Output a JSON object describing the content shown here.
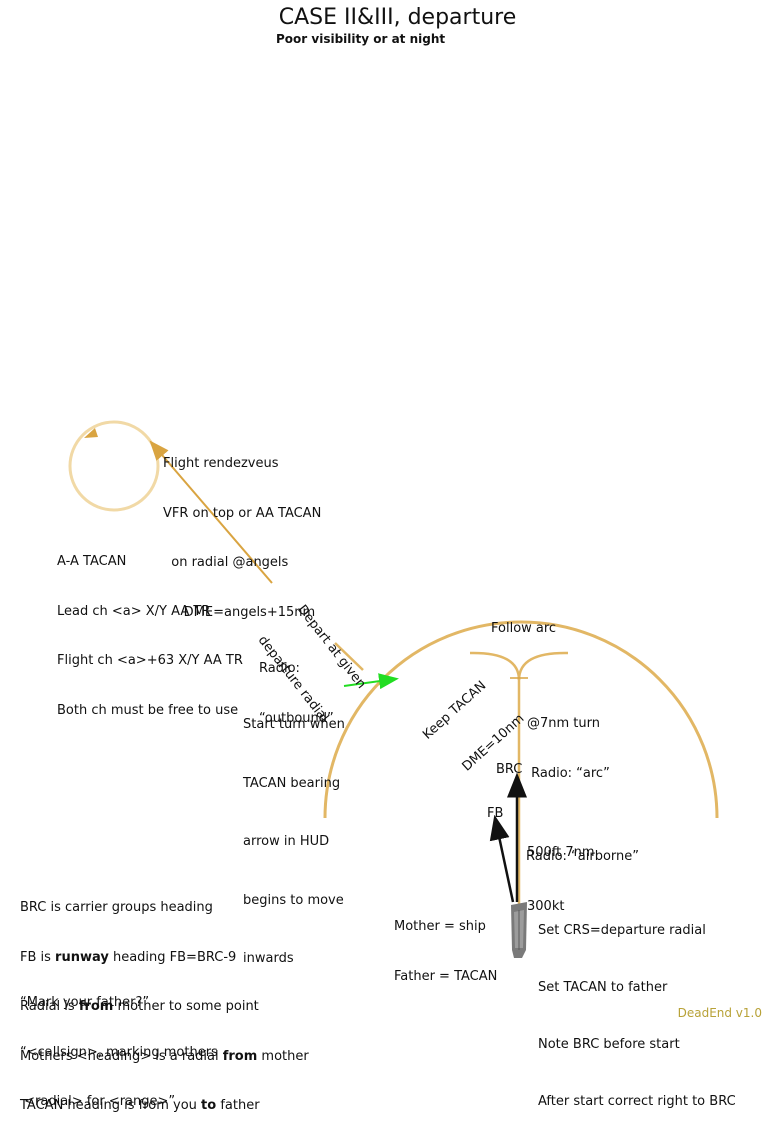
{
  "header": {
    "title": "CASE II&III, departure",
    "subtitle": "Poor visibility or at night"
  },
  "rendezvous": {
    "lines": [
      "Flight rendezveus",
      "VFR on top or AA TACAN",
      "  on radial @angels",
      "     DME=angels+15nm"
    ]
  },
  "aa_tacan": {
    "lines": [
      "A-A TACAN",
      "Lead ch <a> X/Y AA TR",
      "Flight ch <a>+63 X/Y AA TR",
      "Both ch must be free to use"
    ]
  },
  "depart_label": [
    "Depart at given",
    "departure radial"
  ],
  "keep_tacan_label": [
    "Keep TACAN",
    "DME=10nm"
  ],
  "radio_outbound": [
    "Radio:",
    "“outbound”"
  ],
  "start_turn": [
    "Start turn when",
    "TACAN bearing",
    "arrow in HUD",
    "begins to move",
    "inwards"
  ],
  "follow_arc": "Follow arc",
  "turn_7nm": [
    "@7nm turn",
    " Radio: “arc”"
  ],
  "brc_label": "BRC",
  "fb_label": "FB",
  "climb": [
    "500ft 7nm",
    "300kt"
  ],
  "radio_airborne": "Radio: “airborne”",
  "mother_father": [
    "Mother = ship",
    "Father = TACAN"
  ],
  "steps": [
    "Set CRS=departure radial",
    "Set TACAN to father",
    "Note BRC before start",
    "After start correct right to BRC"
  ],
  "legend": {
    "l1": "BRC is carrier groups heading",
    "l2_a": "FB is ",
    "l2_b": "runway",
    "l2_c": " heading FB=BRC-9",
    "l3_a": "Radial is ",
    "l3_b": "from",
    "l3_c": " mother to some point",
    "l4_a": "Mothers <heading> is a radial ",
    "l4_b": "from",
    "l4_c": " mother",
    "l5_a": "TACAN heading is from you ",
    "l5_b": "to",
    "l5_c": " father"
  },
  "radio_call": [
    "“Mark your father?”",
    "“<callsign>, marking mothers",
    " <radial> for <range>”"
  ],
  "version": "DeadEnd v1.0",
  "colors": {
    "track": "#e2b765",
    "track_light": "#f1d9a6",
    "green_arrow": "#22dd22",
    "ship": "#7a7a7a"
  }
}
